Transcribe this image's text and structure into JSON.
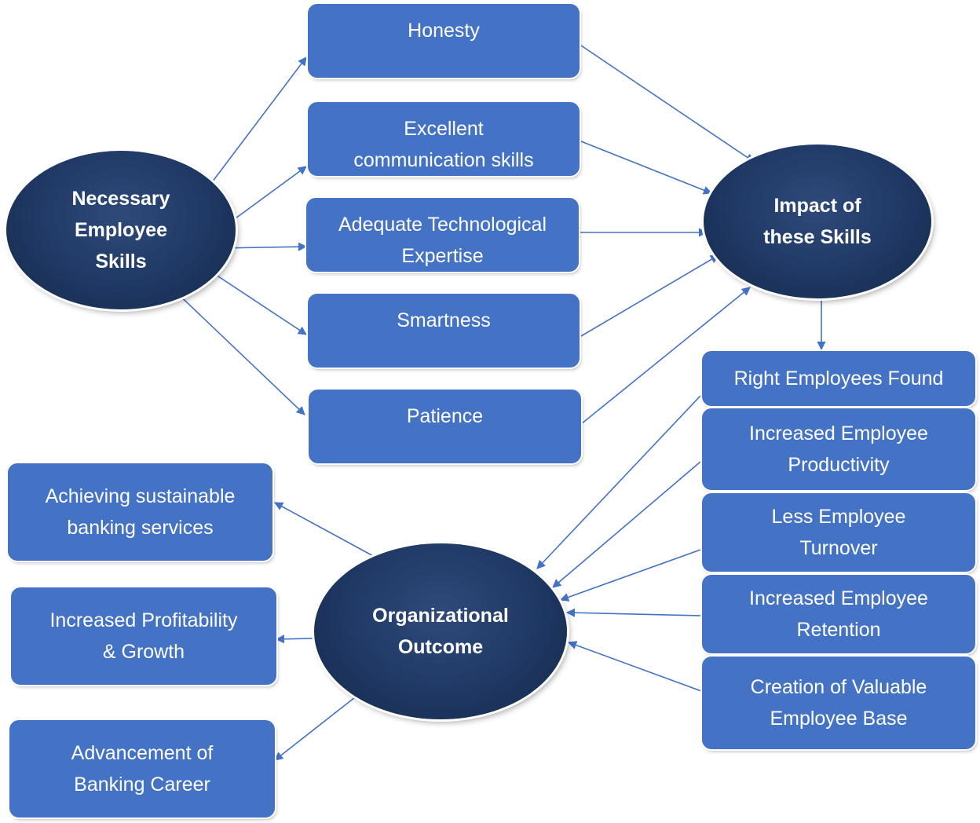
{
  "colors": {
    "box": "#4472C4",
    "ellipse": "#1F3864",
    "arrow": "#4472C4",
    "text": "#FFFFFF"
  },
  "nodes": {
    "skills": {
      "lines": [
        "Necessary",
        "Employee",
        "Skills"
      ]
    },
    "impact": {
      "lines": [
        "Impact of",
        "these Skills"
      ]
    },
    "outcome": {
      "lines": [
        "Organizational",
        "Outcome"
      ]
    },
    "honesty": {
      "lines": [
        "Honesty"
      ]
    },
    "communication": {
      "lines": [
        "Excellent",
        "communication skills"
      ]
    },
    "tech": {
      "lines": [
        "Adequate Technological",
        "Expertise"
      ]
    },
    "smartness": {
      "lines": [
        "Smartness"
      ]
    },
    "patience": {
      "lines": [
        "Patience"
      ]
    },
    "right_employees": {
      "lines": [
        "Right Employees Found"
      ]
    },
    "productivity": {
      "lines": [
        "Increased Employee",
        "Productivity"
      ]
    },
    "turnover": {
      "lines": [
        "Less Employee",
        "Turnover"
      ]
    },
    "retention": {
      "lines": [
        "Increased Employee",
        "Retention"
      ]
    },
    "valuable_base": {
      "lines": [
        "Creation of Valuable",
        "Employee Base"
      ]
    },
    "sustainable": {
      "lines": [
        "Achieving sustainable",
        "banking services"
      ]
    },
    "profitability": {
      "lines": [
        "Increased Profitability",
        "& Growth"
      ]
    },
    "career": {
      "lines": [
        "Advancement of",
        "Banking Career"
      ]
    }
  },
  "edges": [
    {
      "from": "skills",
      "to": "honesty"
    },
    {
      "from": "skills",
      "to": "communication"
    },
    {
      "from": "skills",
      "to": "tech"
    },
    {
      "from": "skills",
      "to": "smartness"
    },
    {
      "from": "skills",
      "to": "patience"
    },
    {
      "from": "honesty",
      "to": "impact"
    },
    {
      "from": "communication",
      "to": "impact"
    },
    {
      "from": "tech",
      "to": "impact"
    },
    {
      "from": "smartness",
      "to": "impact"
    },
    {
      "from": "patience",
      "to": "impact"
    },
    {
      "from": "impact",
      "to": "right_employees"
    },
    {
      "from": "right_employees",
      "to": "outcome"
    },
    {
      "from": "productivity",
      "to": "outcome"
    },
    {
      "from": "turnover",
      "to": "outcome"
    },
    {
      "from": "retention",
      "to": "outcome"
    },
    {
      "from": "valuable_base",
      "to": "outcome"
    },
    {
      "from": "outcome",
      "to": "sustainable"
    },
    {
      "from": "outcome",
      "to": "profitability"
    },
    {
      "from": "outcome",
      "to": "career"
    }
  ]
}
